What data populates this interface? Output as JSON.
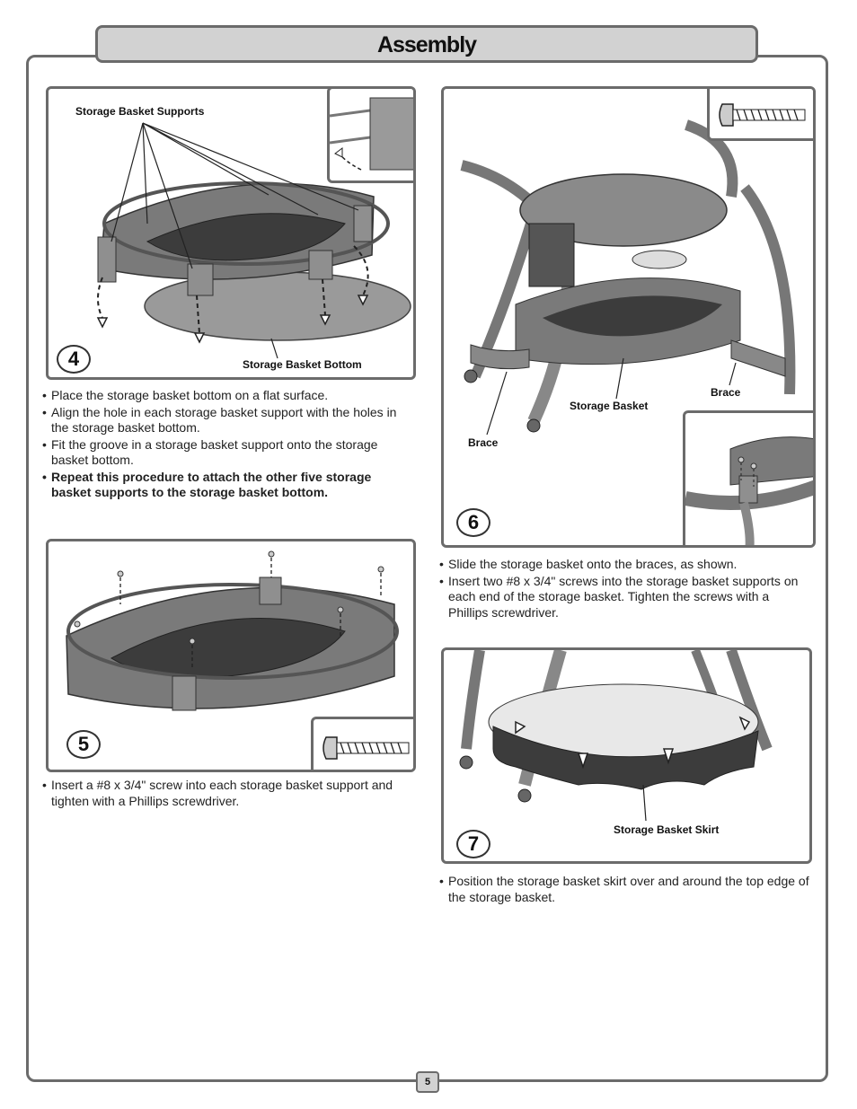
{
  "header": {
    "title": "Assembly"
  },
  "step4": {
    "number": "4",
    "label_supports": "Storage Basket Supports",
    "label_bottom": "Storage Basket Bottom",
    "instructions": [
      "Place the storage basket bottom on a flat surface.",
      "Align the hole in each storage basket support with the holes in the storage basket bottom.",
      "Fit the groove in a storage basket support onto the storage basket bottom.",
      "Repeat this procedure to attach the other five storage basket supports to the storage basket bottom."
    ]
  },
  "step5": {
    "number": "5",
    "instructions": [
      "Insert a #8 x 3/4\" screw into each storage basket support and tighten with a Phillips screwdriver."
    ]
  },
  "step6": {
    "number": "6",
    "label_basket": "Storage Basket",
    "label_brace_left": "Brace",
    "label_brace_right": "Brace",
    "instructions": [
      "Slide the storage basket onto the braces, as shown.",
      "Insert two #8 x 3/4\" screws into the storage basket supports on each end of the storage basket. Tighten the screws with a Phillips screwdriver."
    ]
  },
  "step7": {
    "number": "7",
    "label_skirt": "Storage Basket Skirt",
    "instructions": [
      "Position the storage basket skirt over and around the top edge of the storage basket."
    ]
  },
  "footer": {
    "page_number": "5"
  },
  "colors": {
    "frame": "#6b6b6b",
    "title_bg": "#d2d2d2",
    "part_fill": "#8a8a8a",
    "skirt_fill": "#3c3c3c"
  },
  "icons": {
    "screw": "screw-icon"
  }
}
